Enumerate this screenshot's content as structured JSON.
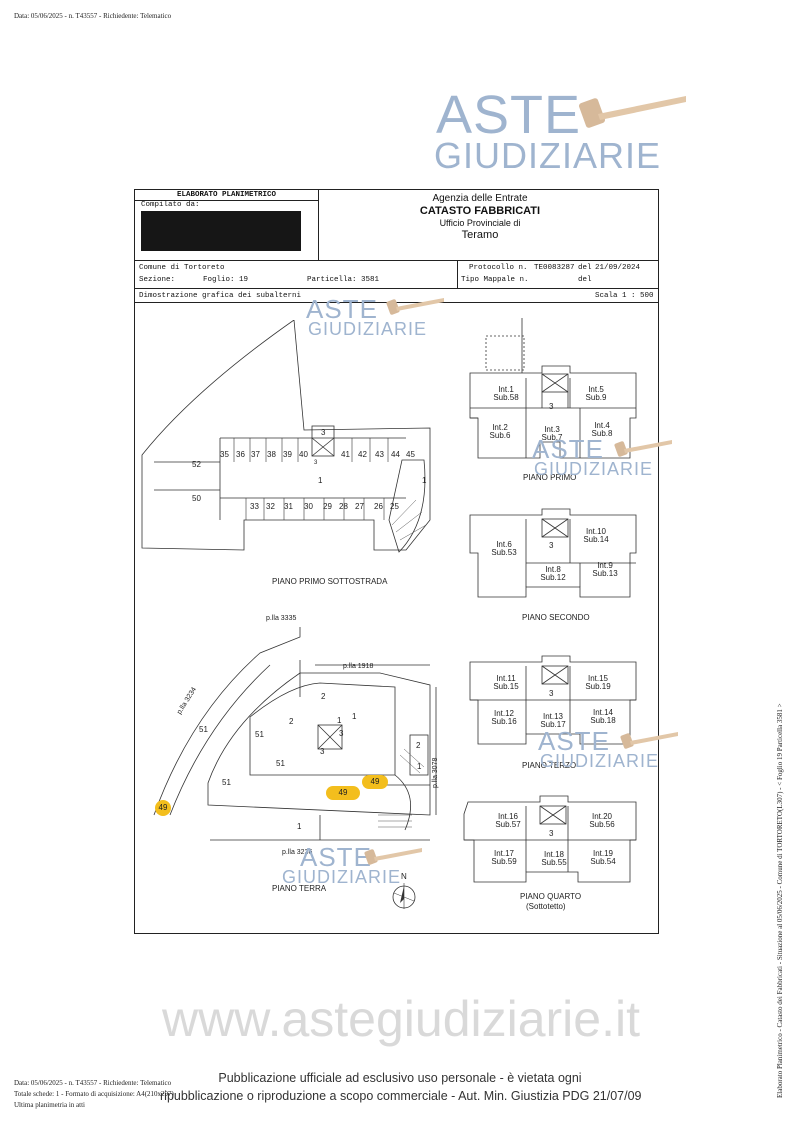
{
  "top_line": "Data: 05/06/2025 - n. T43557 - Richiedente: Telematico",
  "watermark": {
    "line1": "ASTE",
    "line2": "GIUDIZIARIE"
  },
  "header": {
    "elaborato_title": "ELABORATO PLANIMETRICO",
    "compilato_label": "Compilato da:",
    "agency_name": "Agenzia delle Entrate",
    "catasto": "CATASTO FABBRICATI",
    "ufficio": "Ufficio Provinciale di",
    "provincia": "Teramo"
  },
  "info": {
    "comune": "Comune di Tortoreto",
    "sezione_label": "Sezione:",
    "foglio": "Foglio: 19",
    "particella": "Particella: 3581",
    "protocollo_label": "Protocollo n.",
    "protocollo_value": "TE0083287",
    "protocollo_del": "del",
    "protocollo_date": "21/09/2024",
    "tipo_mappale": "Tipo Mappale n.",
    "tipo_del": "del",
    "dimostrazione": "Dimostrazione grafica dei subalterni",
    "scala": "Scala 1 : 500"
  },
  "plans": {
    "sottostrada": {
      "title": "PIANO PRIMO SOTTOSTRADA",
      "top_row": [
        "35",
        "36",
        "37",
        "38",
        "39",
        "40",
        "41",
        "42",
        "43",
        "44",
        "45"
      ],
      "bottom_row": [
        "33",
        "32",
        "31",
        "30",
        "29",
        "28",
        "27",
        "26",
        "25"
      ],
      "labels": {
        "u52": "52",
        "u50": "50",
        "u1": "1",
        "u1b": "1",
        "u3a": "3",
        "u3b": "3"
      }
    },
    "terra": {
      "title": "PIANO TERRA",
      "plla_3335": "p.lla 3335",
      "plla_1918": "p.lla 1918",
      "plla_3234": "p.lla 3234",
      "plla_3078": "p.lla 3078",
      "plla_3236": "p.lla 3236",
      "labels": {
        "u2a": "2",
        "u2b": "2",
        "u2c": "2",
        "u1a": "1",
        "u1b": "1",
        "u1c": "1",
        "u1d": "1",
        "u3a": "3",
        "u3b": "3",
        "u51a": "51",
        "u51b": "51",
        "u51c": "51",
        "u51d": "51",
        "u49a": "49",
        "u49b": "49",
        "u49c": "49"
      },
      "north": "N"
    },
    "primo": {
      "title": "PIANO PRIMO",
      "units": [
        [
          "Int.1",
          "Sub.58"
        ],
        [
          "Int.5",
          "Sub.9"
        ],
        [
          "Int.2",
          "Sub.6"
        ],
        [
          "Int.3",
          "Sub.7"
        ],
        [
          "Int.4",
          "Sub.8"
        ]
      ],
      "stair": "3"
    },
    "secondo": {
      "title": "PIANO SECONDO",
      "units": [
        [
          "Int.6",
          "Sub.53"
        ],
        [
          "Int.10",
          "Sub.14"
        ],
        [
          "Int.8",
          "Sub.12"
        ],
        [
          "Int.9",
          "Sub.13"
        ]
      ],
      "stair": "3"
    },
    "terzo": {
      "title": "PIANO TERZO",
      "units": [
        [
          "Int.11",
          "Sub.15"
        ],
        [
          "Int.15",
          "Sub.19"
        ],
        [
          "Int.12",
          "Sub.16"
        ],
        [
          "Int.13",
          "Sub.17"
        ],
        [
          "Int.14",
          "Sub.18"
        ]
      ],
      "stair": "3"
    },
    "quarto": {
      "title": "PIANO QUARTO",
      "subtitle": "(Sottotetto)",
      "units": [
        [
          "Int.16",
          "Sub.57"
        ],
        [
          "Int.20",
          "Sub.56"
        ],
        [
          "Int.17",
          "Sub.59"
        ],
        [
          "Int.18",
          "Sub.55"
        ],
        [
          "Int.19",
          "Sub.54"
        ]
      ],
      "stair": "3"
    }
  },
  "footer": {
    "site": "www.astegiudiziarie.it",
    "line1": "Data: 05/06/2025 - n. T43557 - Richiedente: Telematico",
    "line2": "Totale schede: 1 - Formato di acquisizione: A4(210x297) - Formato stampa richiesto: A4(210x297)",
    "line3": "Ultima planimetria in atti",
    "pub1": "Pubblicazione ufficiale ad esclusivo uso personale - è vietata ogni",
    "pub2": "ripubblicazione o riproduzione a scopo commerciale - Aut. Min. Giustizia PDG 21/07/09",
    "side": "Elaborato Planimetrico - Catasto dei Fabbricati - Situazione al 05/06/2025 - Comune di TORTORETO(L307) - < Foglio 19 Particella 3581 >"
  },
  "colors": {
    "watermark": "#9fb4cf",
    "highlight": "#f3be1d"
  }
}
